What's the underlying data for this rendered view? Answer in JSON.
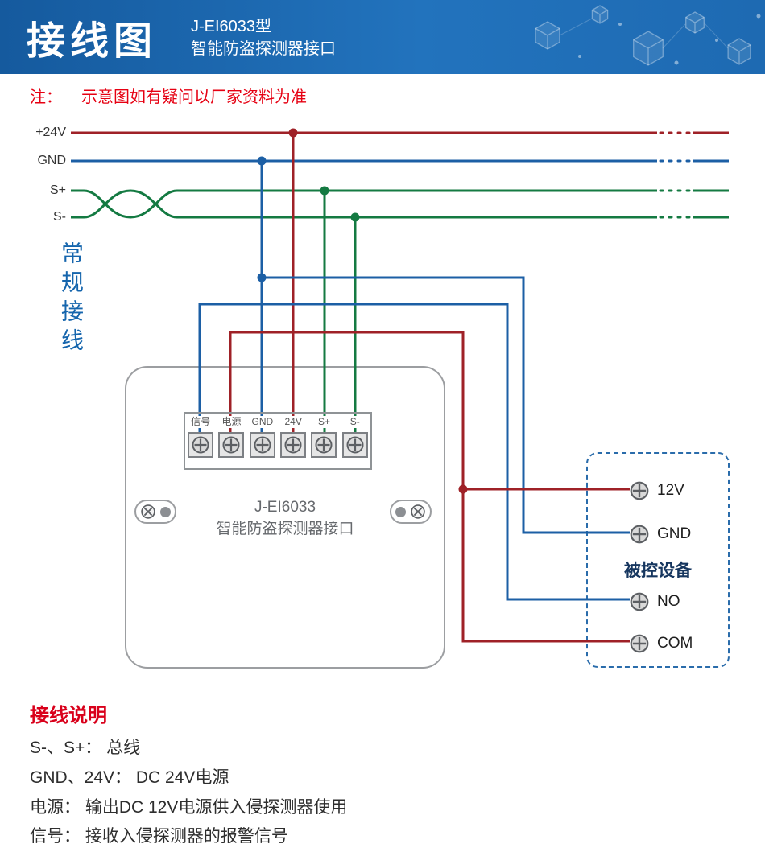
{
  "header": {
    "title": "接线图",
    "subtitle_line1": "J-EI6033型",
    "subtitle_line2": "智能防盗探测器接口"
  },
  "note": {
    "prefix": "注：",
    "text": "示意图如有疑问以厂家资料为准"
  },
  "bus_labels": [
    "+24V",
    "GND",
    "S+",
    "S-"
  ],
  "side_label": "常规接线",
  "device": {
    "terminals": [
      "信号",
      "电源",
      "GND",
      "24V",
      "S+",
      "S-"
    ],
    "model": "J-EI6033",
    "name": "智能防盗探测器接口"
  },
  "controlled": {
    "title": "被控设备",
    "terminals": [
      "12V",
      "GND",
      "NO",
      "COM"
    ]
  },
  "legend": {
    "title": "接线说明",
    "lines": [
      "S-、S+： 总线",
      "GND、24V： DC 24V电源",
      "电源： 输出DC 12V电源供入侵探测器使用",
      "信号： 接收入侵探测器的报警信号"
    ]
  },
  "colors": {
    "header_blue": "#1e6ab2",
    "wire_red": "#9f2127",
    "wire_blue": "#1c5fa5",
    "wire_green": "#147a42",
    "note_red": "#e60012",
    "legend_red": "#d9001b",
    "navy_text": "#16365f"
  }
}
